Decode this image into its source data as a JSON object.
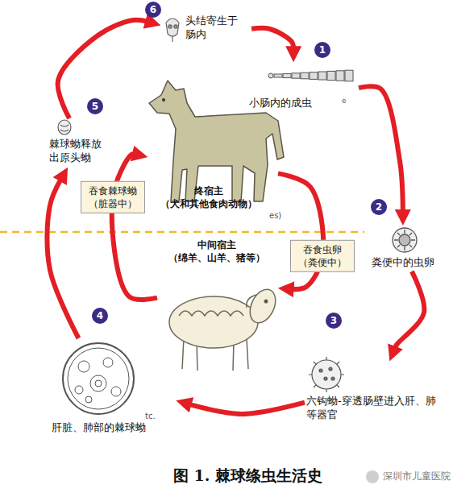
{
  "diagram": {
    "caption": "图 1. 棘球绦虫生活史",
    "nodes": [
      {
        "text": [
          "头结寄生于 肠内"
        ]
      },
      {
        "text": [
          "小肠内的成虫"
        ]
      },
      {
        "text": [
          "粪便中的虫卵"
        ]
      },
      {
        "text": [
          "六钩蚴-穿透肠壁进入肝、肺等器官"
        ]
      },
      {
        "text": [
          "肝脏、肺部的棘球蚴"
        ]
      },
      {
        "text": [
          "棘球蚴释放出原头蚴"
        ]
      },
      {
        "text": [
          "终宿主",
          "（犬和其他食肉动物）"
        ]
      },
      {
        "text": [
          "中间宿主",
          "（绵羊、山羊、猪等）"
        ]
      }
    ],
    "edges": [
      {
        "from": 0,
        "to": 1,
        "arrow": "to"
      },
      {
        "from": 1,
        "to": 2,
        "arrow": "to"
      },
      {
        "from": 2,
        "to": 3,
        "arrow": "to"
      },
      {
        "from": 3,
        "to": 4,
        "arrow": "to"
      },
      {
        "from": 4,
        "to": 5,
        "arrow": "to"
      },
      {
        "from": 5,
        "to": 0,
        "arrow": "to"
      },
      {
        "from": 6,
        "to": 7,
        "label": "吞食虫卵（粪便中）",
        "arrow": "to"
      },
      {
        "from": 7,
        "to": 6,
        "label": "吞食棘球蚴（脏器中）",
        "arrow": "to"
      }
    ],
    "labels": [
      "6",
      "1",
      "2",
      "3",
      "4",
      "5",
      "e",
      "es)",
      "tc.",
      "深圳市儿童医院"
    ]
  }
}
